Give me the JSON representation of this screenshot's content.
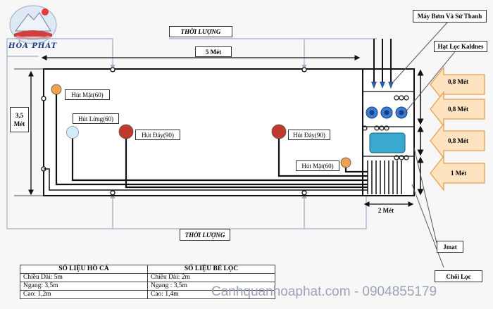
{
  "brand": {
    "name": "HÒA PHÁT"
  },
  "labels": {
    "thoi_luong_top": "THỜI LƯỢNG",
    "thoi_luong_bottom": "THỜI LƯỢNG",
    "width_5m": "5 Mét",
    "height_3_5": "3,5",
    "height_unit": "Mét",
    "width_2m": "2 Mét"
  },
  "suctions": [
    {
      "label": "Hút Mặt(60)",
      "color": "#f0a050"
    },
    {
      "label": "Hút Lửng(60)",
      "color": "#cfeefa"
    },
    {
      "label": "Hút Đáy(90)",
      "color": "#c0392b"
    },
    {
      "label": "Hút Đáy(90)",
      "color": "#c0392b"
    },
    {
      "label": "Hút Mặt(60)",
      "color": "#f0a050"
    }
  ],
  "filter_labels": {
    "pump": "Máy Bơm Và Sứ Thanh",
    "kaldnes": "Hạt Lọc Kaldnes",
    "jmat": "Jmat",
    "choi_loc": "Chổi Lọc"
  },
  "depth_arrows": [
    "0,8 Mét",
    "0,8 Mét",
    "0,8 Mét",
    "1 Mét"
  ],
  "colors": {
    "accent_orange": "#f7ce90",
    "filter_blue": "#3aa9cf",
    "cyan": "#1aa9c2"
  },
  "table": {
    "headers": [
      "SỐ LIỆU HỒ CÁ",
      "SỐ LIỆU BỂ LỌC"
    ],
    "rows": [
      [
        "Chiều Dài: 5m",
        "Chiều Dài: 2m"
      ],
      [
        "Ngang: 3,5m",
        "Ngang : 3,5m"
      ],
      [
        "Cao: 1,2m",
        "Cao: 1,4m"
      ]
    ]
  },
  "watermark": "Canhquanhoaphat.com - 0904855179"
}
